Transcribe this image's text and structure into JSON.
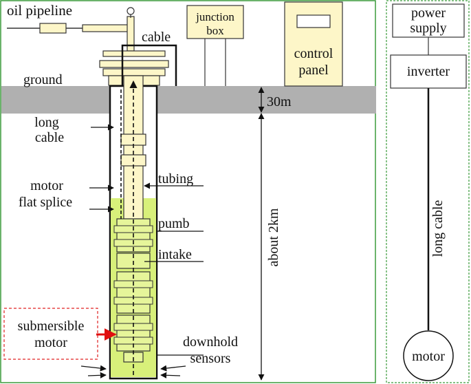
{
  "labels": {
    "oil_pipeline": "oil pipeline",
    "cable": "cable",
    "junction_box_1": "junction",
    "junction_box_2": "box",
    "control_panel_1": "control",
    "control_panel_2": "panel",
    "ground": "ground",
    "depth_surface": "30m",
    "long_cable_1": "long",
    "long_cable_2": "cable",
    "tubing": "tubing",
    "motor_flat_splice_1": "motor",
    "motor_flat_splice_2": "flat splice",
    "pumb": "pumb",
    "intake": "intake",
    "about_2km": "about 2km",
    "submersible_motor_1": "submersible",
    "submersible_motor_2": "motor",
    "downhold_sensors_1": "downhold",
    "downhold_sensors_2": "sensors"
  },
  "schematic": {
    "power_supply_1": "power",
    "power_supply_2": "supply",
    "inverter": "inverter",
    "long_cable": "long cable",
    "motor": "motor"
  },
  "colors": {
    "panel_border": "#3a9a3a",
    "ground": "#b0b0b0",
    "equipment": "#fdf6c8",
    "fluid": "#d8f07a",
    "pump": "#e6f59a",
    "callout_arrow": "#e01010",
    "callout_box": "#e02020"
  }
}
